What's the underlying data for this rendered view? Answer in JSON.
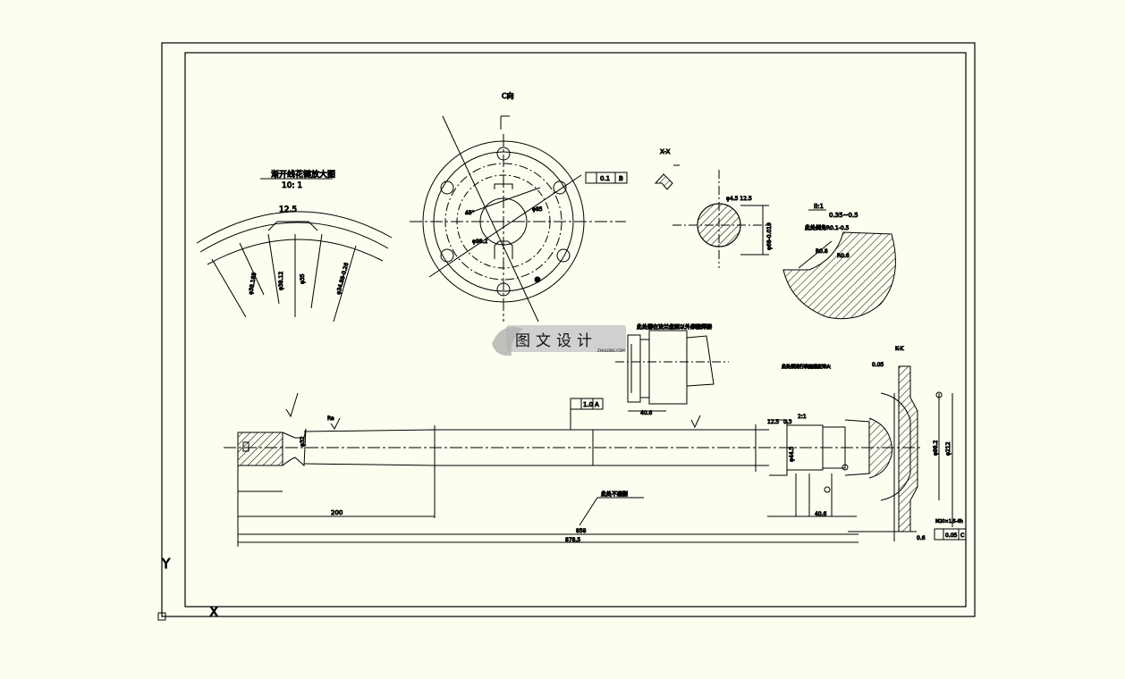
{
  "drawing": {
    "section_c_label": "C向",
    "enlarged_view_title": "渐开线花键放大图",
    "enlarged_view_scale": "10: 1",
    "roughness_12_5": "12.5",
    "section_xx_label": "X-X",
    "detail_ii_label": "II:1",
    "detail_dim_a": "0.35~0.5",
    "detail_note": "此处倒角R0.1-0.5",
    "detail_r": "R0.8",
    "detail_r2": "R0.6",
    "section_kk_label": "K-K",
    "dim_200": "200",
    "dim_total": "858",
    "dim_total2": "878.5",
    "dim_406": "40.6",
    "dim_406b": "40.6",
    "note_surface": "此处不磨削",
    "note_upper": "此处需在法兰盘面以外摩擦焊接",
    "note_right": "此处须进行表面感应淬火",
    "runout_value": "1.0",
    "runout_datum": "A",
    "runout_value2": "0.05",
    "position_value": "0.1",
    "datum_b": "B",
    "datum_c": "C",
    "tol_ref": "0.6",
    "flatness_ref": "0.05",
    "thread_note": "M20×1.5-6h"
  },
  "watermark": {
    "text": "图文设计",
    "sub": "ZHULONG.COM"
  },
  "ucs": {
    "x_label": "X",
    "y_label": "Y"
  }
}
